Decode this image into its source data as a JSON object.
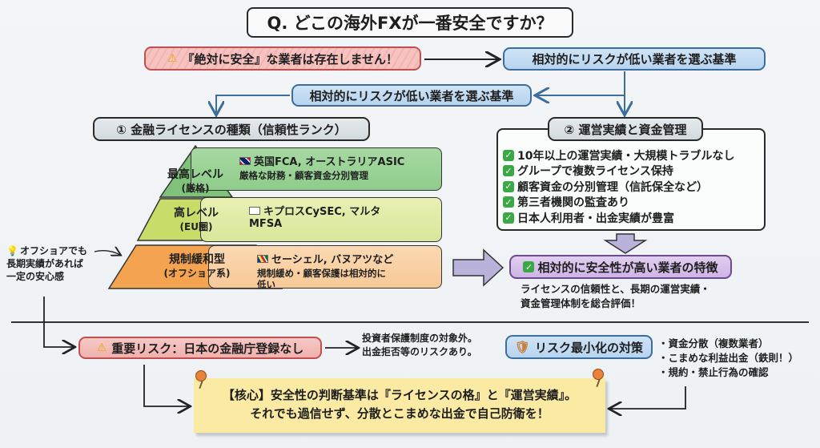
{
  "title": "Q. どこの海外FXが一番安全ですか？",
  "warning": {
    "icon": "warning-icon",
    "text": "『絶対に安全』な業者は存在しません！"
  },
  "criteria": {
    "text": "相対的にリスクが低い業者を選ぶ基準"
  },
  "license": {
    "heading": "① 金融ライセンスの種類（信頼性ランク）",
    "tiers": [
      {
        "level": "最高レベル",
        "level_sub": "(厳格)",
        "regulators": "英国FCA, オーストラリアASIC",
        "flags": [
          "uk-flag",
          "australia-flag"
        ],
        "desc": "厳格な財務・顧客資金分別管理",
        "color": "#8fcc8a"
      },
      {
        "level": "高レベル",
        "level_sub": "(EU圏)",
        "regulators": "キプロスCySEC, マルタ",
        "regulators_2": "MFSA",
        "flags": [
          "cyprus-flag",
          "malta-flag"
        ],
        "desc": "",
        "color": "#c8dc6a"
      },
      {
        "level": "規制緩和型",
        "level_sub": "(オフショア系)",
        "regulators": "セーシェル, バヌアツなど",
        "flags": [
          "seychelles-flag",
          "vanuatu-flag"
        ],
        "desc": "規制緩め・顧客保護は相対的に",
        "desc_2": "低い",
        "color": "#f4a451"
      }
    ],
    "tip": {
      "icon": "lightbulb-icon",
      "lines": [
        "オフショアでも",
        "長期実績があれば",
        "一定の安心感"
      ]
    }
  },
  "operations": {
    "heading": "② 運営実績と資金管理",
    "items": [
      "10年以上の運営実績・大規模トラブルなし",
      "グループで複数ライセンス保持",
      "顧客資金の分別管理（信託保全など）",
      "第三者機関の監査あり",
      "日本人利用者・出金実績が豊富"
    ]
  },
  "result": {
    "heading": "相対的に安全性が高い業者の特徴",
    "lines": [
      "ライセンスの信頼性と、長期の運営実績・",
      "資金管理体制を総合評価！"
    ]
  },
  "risk": {
    "heading": "重要リスク：日本の金融庁登録なし",
    "note": [
      "投資者保護制度の対象外。",
      "出金拒否等のリスクあり。"
    ]
  },
  "mitigation": {
    "heading": "リスク最小化の対策",
    "icon": "shield-icon",
    "items": [
      "・資金分散（複数業者）",
      "・こまめな利益出金（鉄則！）",
      "・規約・禁止行為の確認"
    ]
  },
  "core": {
    "lines": [
      "【核心】安全性の判断基準は『ライセンスの格』と『運営実績』。",
      "それでも過信せず、分散とこまめな出金で自己防衛を！"
    ]
  }
}
